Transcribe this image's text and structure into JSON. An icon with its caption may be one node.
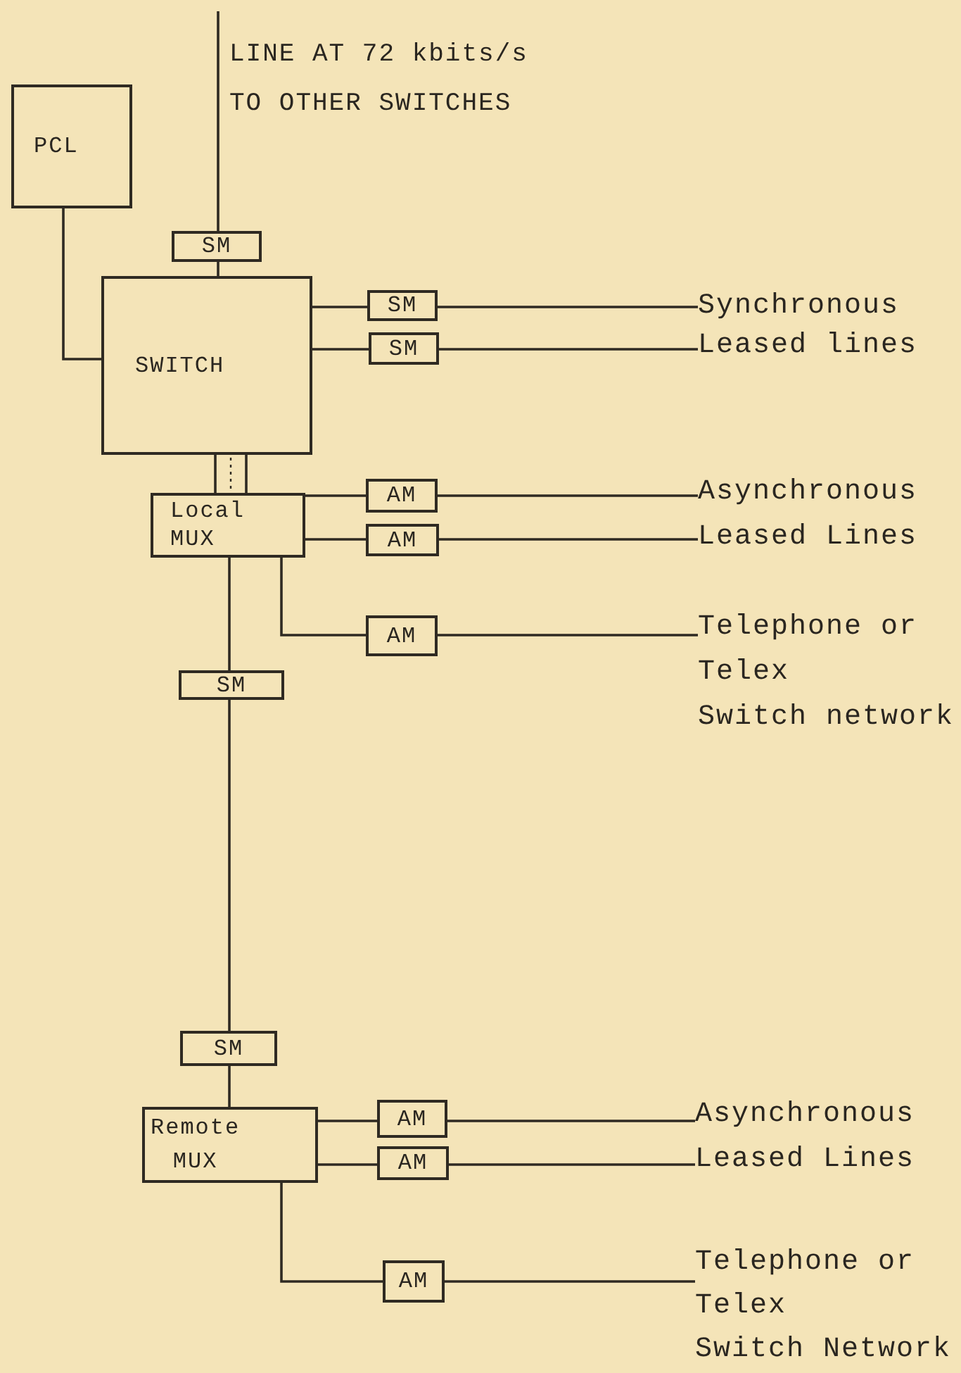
{
  "diagram": {
    "nodes": [
      {
        "text": [
          "PCL"
        ]
      },
      {
        "text": [
          "SWITCH"
        ]
      },
      {
        "text": [
          "SM"
        ]
      },
      {
        "text": [
          "SM"
        ]
      },
      {
        "text": [
          "SM"
        ]
      },
      {
        "text": [
          "Synchronous Leased lines"
        ]
      },
      {
        "text": [
          "Local MUX"
        ]
      },
      {
        "text": [
          "AM"
        ]
      },
      {
        "text": [
          "AM"
        ]
      },
      {
        "text": [
          "Asynchronous Leased Lines"
        ]
      },
      {
        "text": [
          "AM"
        ]
      },
      {
        "text": [
          "Telephone or Telex Switch network"
        ]
      },
      {
        "text": [
          "SM"
        ]
      },
      {
        "text": [
          "SM"
        ]
      },
      {
        "text": [
          "Remote MUX"
        ]
      },
      {
        "text": [
          "AM"
        ]
      },
      {
        "text": [
          "AM"
        ]
      },
      {
        "text": [
          "Asynchronous Leased Lines"
        ]
      },
      {
        "text": [
          "AM"
        ]
      },
      {
        "text": [
          "Telephone or Telex Switch Network"
        ]
      }
    ],
    "edges": [
      {
        "from": 0,
        "to": 1,
        "arrow": "none"
      },
      {
        "from": null,
        "to": 2,
        "arrow": "none",
        "label": "LINE AT 72 kbits/s TO OTHER SWITCHES"
      },
      {
        "from": 2,
        "to": 1,
        "arrow": "none"
      },
      {
        "from": 1,
        "to": 3,
        "arrow": "none"
      },
      {
        "from": 1,
        "to": 4,
        "arrow": "none"
      },
      {
        "from": 3,
        "to": 5,
        "arrow": "none"
      },
      {
        "from": 4,
        "to": 5,
        "arrow": "none"
      },
      {
        "from": 1,
        "to": 6,
        "arrow": "none"
      },
      {
        "from": 6,
        "to": 7,
        "arrow": "none"
      },
      {
        "from": 6,
        "to": 8,
        "arrow": "none"
      },
      {
        "from": 6,
        "to": 10,
        "arrow": "none"
      },
      {
        "from": 7,
        "to": 9,
        "arrow": "none"
      },
      {
        "from": 8,
        "to": 9,
        "arrow": "none"
      },
      {
        "from": 10,
        "to": 11,
        "arrow": "none"
      },
      {
        "from": 6,
        "to": 12,
        "arrow": "none"
      },
      {
        "from": 12,
        "to": 13,
        "arrow": "none"
      },
      {
        "from": 13,
        "to": 14,
        "arrow": "none"
      },
      {
        "from": 14,
        "to": 15,
        "arrow": "none"
      },
      {
        "from": 14,
        "to": 16,
        "arrow": "none"
      },
      {
        "from": 14,
        "to": 18,
        "arrow": "none"
      },
      {
        "from": 15,
        "to": 17,
        "arrow": "none"
      },
      {
        "from": 16,
        "to": 17,
        "arrow": "none"
      },
      {
        "from": 18,
        "to": 19,
        "arrow": "none"
      }
    ]
  }
}
